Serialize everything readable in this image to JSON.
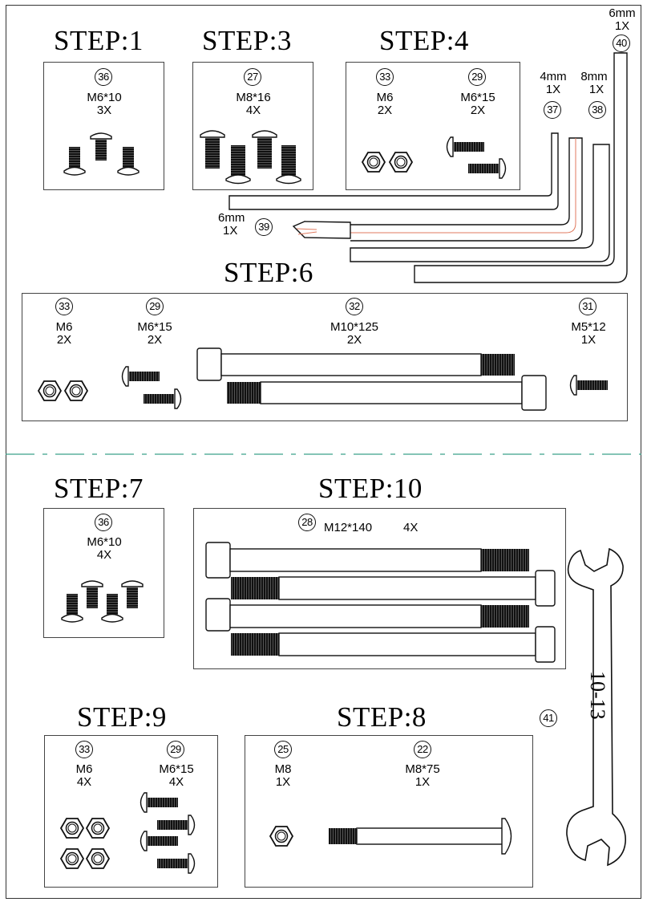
{
  "steps": {
    "s1": "STEP:1",
    "s3": "STEP:3",
    "s4": "STEP:4",
    "s6": "STEP:6",
    "s7": "STEP:7",
    "s10": "STEP:10",
    "s9": "STEP:9",
    "s8": "STEP:8"
  },
  "step1": {
    "num": "36",
    "size": "M6*10",
    "qty": "3X"
  },
  "step3": {
    "num": "27",
    "size": "M8*16",
    "qty": "4X"
  },
  "step4": {
    "nut": {
      "num": "33",
      "size": "M6",
      "qty": "2X"
    },
    "bolt": {
      "num": "29",
      "size": "M6*15",
      "qty": "2X"
    }
  },
  "tools": {
    "t40": {
      "num": "40",
      "size": "6mm",
      "qty": "1X"
    },
    "t37": {
      "num": "37",
      "size": "4mm",
      "qty": "1X"
    },
    "t38": {
      "num": "38",
      "size": "8mm",
      "qty": "1X"
    },
    "t39": {
      "num": "39",
      "size": "6mm",
      "qty": "1X"
    }
  },
  "step6": {
    "nut": {
      "num": "33",
      "size": "M6",
      "qty": "2X"
    },
    "bolt": {
      "num": "29",
      "size": "M6*15",
      "qty": "2X"
    },
    "long": {
      "num": "32",
      "size": "M10*125",
      "qty": "2X"
    },
    "small": {
      "num": "31",
      "size": "M5*12",
      "qty": "1X"
    }
  },
  "step7": {
    "num": "36",
    "size": "M6*10",
    "qty": "4X"
  },
  "step10": {
    "num": "28",
    "size": "M12*140",
    "qty": "4X"
  },
  "step9": {
    "nut": {
      "num": "33",
      "size": "M6",
      "qty": "4X"
    },
    "bolt": {
      "num": "29",
      "size": "M6*15",
      "qty": "4X"
    }
  },
  "step8": {
    "nut": {
      "num": "25",
      "size": "M8",
      "qty": "1X"
    },
    "bolt": {
      "num": "22",
      "size": "M8*75",
      "qty": "1X"
    }
  },
  "wrench": {
    "num": "41",
    "text": "10-13"
  },
  "colors": {
    "divider": "#3aa08a",
    "line": "#111111",
    "accent": "#e07a5f"
  }
}
